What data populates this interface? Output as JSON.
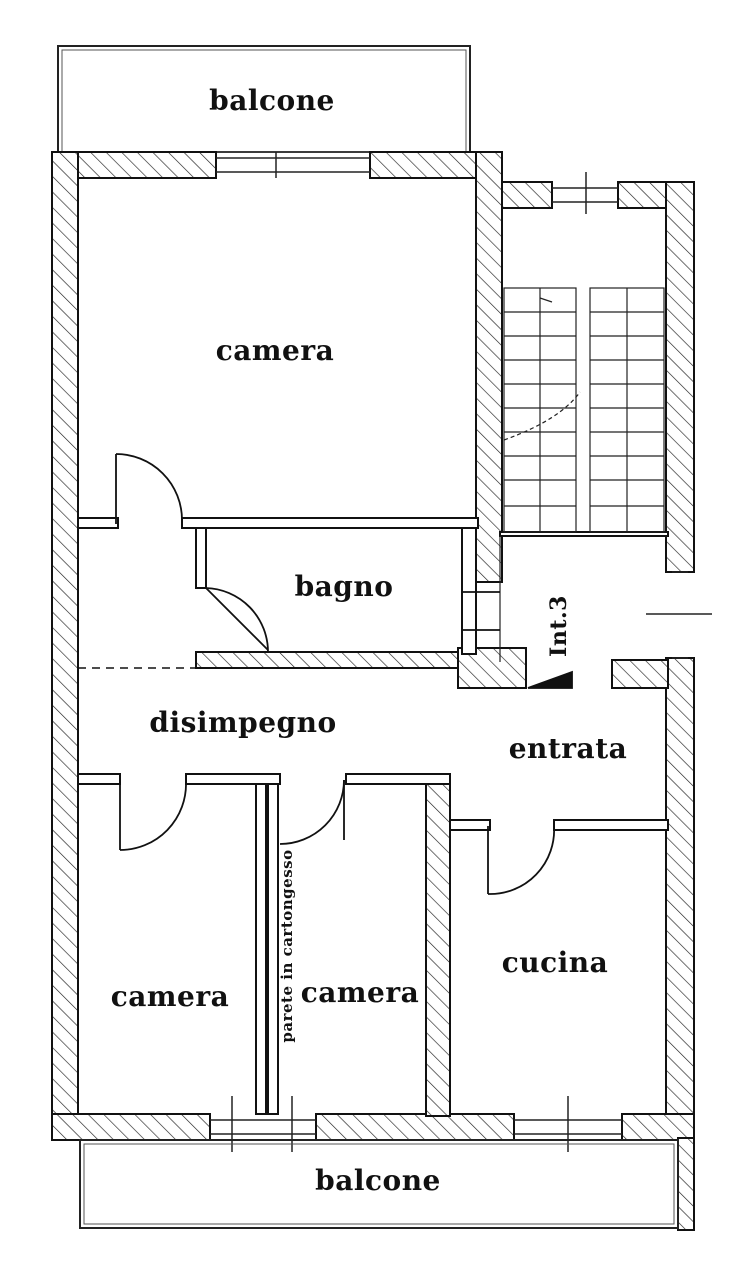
{
  "floorplan": {
    "rooms": {
      "balcone_top": "balcone",
      "camera_top": "camera",
      "bagno": "bagno",
      "disimpegno": "disimpegno",
      "entrata": "entrata",
      "camera_bottom_left": "camera",
      "camera_bottom_mid": "camera",
      "cucina": "cucina",
      "balcone_bottom": "balcone"
    },
    "annotations": {
      "interno": "Int.3",
      "parete": "parete in cartongesso"
    },
    "colors": {
      "wall": "#111111",
      "hatch": "#222222",
      "background": "#ffffff"
    }
  }
}
